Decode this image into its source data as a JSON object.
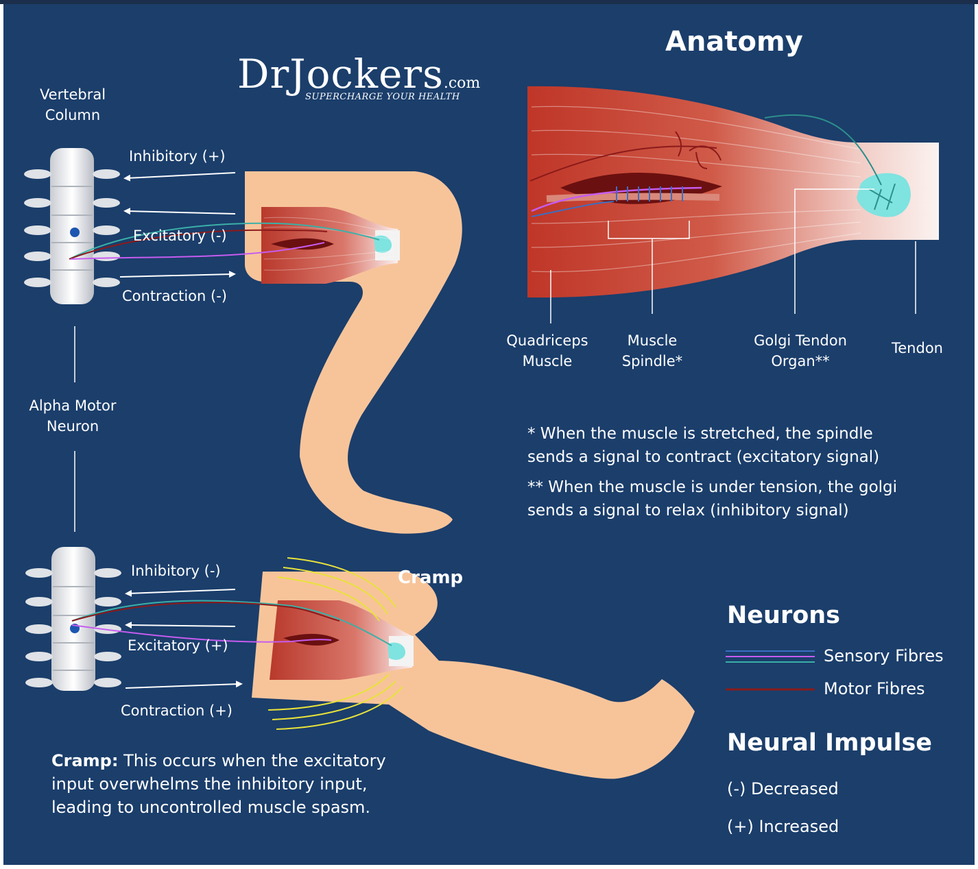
{
  "logo": {
    "name": "DrJockers",
    "suffix": ".com",
    "tagline": "SUPERCHARGE YOUR HEALTH"
  },
  "anatomy": {
    "title": "Anatomy",
    "labels": {
      "quadriceps_l1": "Quadriceps",
      "quadriceps_l2": "Muscle",
      "spindle_l1": "Muscle",
      "spindle_l2": "Spindle*",
      "golgi_l1": "Golgi Tendon",
      "golgi_l2": "Organ**",
      "tendon": "Tendon"
    },
    "notes": {
      "n1_l1": "* When the muscle is stretched, the spindle",
      "n1_l2": "sends a signal to contract (excitatory signal)",
      "n2_l1": "** When the muscle is under tension, the golgi",
      "n2_l2": "sends a signal to relax  (inhibitory signal)"
    }
  },
  "normal": {
    "vertebral_l1": "Vertebral",
    "vertebral_l2": "Column",
    "inhibitory": "Inhibitory (+)",
    "excitatory": "Excitatory (-)",
    "contraction": "Contraction (-)"
  },
  "alpha_motor": {
    "l1": "Alpha Motor",
    "l2": "Neuron"
  },
  "cramp": {
    "title": "Cramp",
    "inhibitory": "Inhibitory (-)",
    "excitatory": "Excitatory (+)",
    "contraction": "Contraction (+)",
    "note_bold": "Cramp:",
    "note_l1": " This occurs when the excitatory",
    "note_l2": "input overwhelms the inhibitory input,",
    "note_l3": "leading to uncontrolled muscle spasm."
  },
  "legend": {
    "neurons_title": "Neurons",
    "sensory": "Sensory Fibres",
    "motor": "Motor Fibres",
    "impulse_title": "Neural Impulse",
    "decreased": "(-) Decreased",
    "increased": "(+) Increased"
  },
  "colors": {
    "background": "#1b3e6b",
    "skin": "#f7c49a",
    "muscle": "#c0392b",
    "tendon": "#f5f5f5",
    "golgi": "#7fe3e0",
    "sensory_blue": "#3a6fc4",
    "sensory_purple": "#c65cf0",
    "sensory_teal": "#3bb0a8",
    "motor": "#8b1a1a",
    "cramp_lines": "#e8e23a"
  }
}
